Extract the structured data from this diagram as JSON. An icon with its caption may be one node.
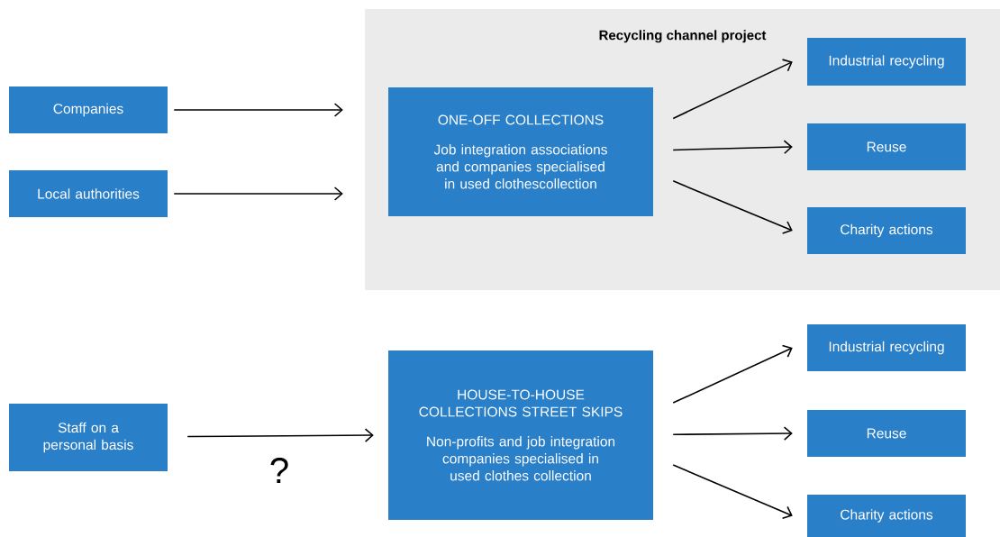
{
  "diagram": {
    "nodes": [
      {
        "text": [
          "Companies"
        ]
      },
      {
        "text": [
          "Local authorities"
        ]
      },
      {
        "text": [
          "Recycling channel project"
        ]
      },
      {
        "text": [
          "ONE-OFF  COLLECTIONS",
          "Job integration associations and companies specialised in used clothescollection"
        ],
        "in": 2
      },
      {
        "text": [
          "Industrial recycling"
        ],
        "in": 2
      },
      {
        "text": [
          "Reuse"
        ],
        "in": 2
      },
      {
        "text": [
          "Charity actions"
        ],
        "in": 2
      },
      {
        "text": [
          "Staff on a personal basis"
        ]
      },
      {
        "text": [
          "HOUSE-TO-HOUSE COLLECTIONS STREET SKIPS",
          "Non-profits and job integration companies specialised in used clothes collection"
        ]
      },
      {
        "text": [
          "Industrial recycling"
        ]
      },
      {
        "text": [
          "Reuse"
        ]
      },
      {
        "text": [
          "Charity actions"
        ]
      }
    ],
    "edges": [
      {
        "from": 0,
        "to": 2,
        "arrow": "to"
      },
      {
        "from": 1,
        "to": 2,
        "arrow": "to"
      },
      {
        "from": 3,
        "to": 4,
        "arrow": "to"
      },
      {
        "from": 3,
        "to": 5,
        "arrow": "to"
      },
      {
        "from": 3,
        "to": 6,
        "arrow": "to"
      },
      {
        "from": 7,
        "to": 8,
        "arrow": "to",
        "label": "?"
      },
      {
        "from": 8,
        "to": 9,
        "arrow": "to"
      },
      {
        "from": 8,
        "to": 10,
        "arrow": "to"
      },
      {
        "from": 8,
        "to": 11,
        "arrow": "to"
      }
    ]
  }
}
